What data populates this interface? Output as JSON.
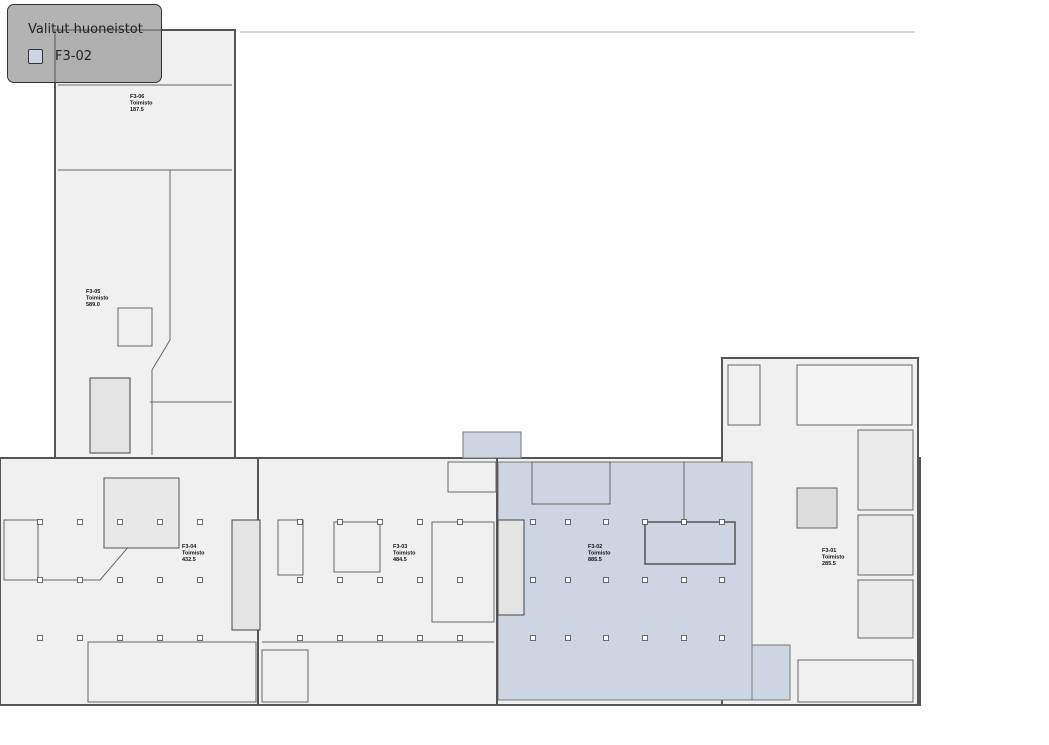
{
  "legend": {
    "title": "Valitut huoneistot",
    "items": [
      {
        "label": "F3-02",
        "color": "#cdd5e3",
        "checked": false
      }
    ]
  },
  "colors": {
    "selected_fill": "#cdd5e3",
    "room_fill": "#f0f0f0",
    "wall": "#555555"
  },
  "units": [
    {
      "id": "F3-01",
      "type": "Toimisto",
      "area": "285.5"
    },
    {
      "id": "F3-02",
      "type": "Toimisto",
      "area": "885.5",
      "selected": true
    },
    {
      "id": "F3-03",
      "type": "Toimisto",
      "area": "484.5"
    },
    {
      "id": "F3-04",
      "type": "Toimisto",
      "area": "432.5"
    },
    {
      "id": "F3-05",
      "type": "Toimisto",
      "area": "589.0"
    },
    {
      "id": "F3-06",
      "type": "Toimisto",
      "area": "187.5"
    }
  ]
}
